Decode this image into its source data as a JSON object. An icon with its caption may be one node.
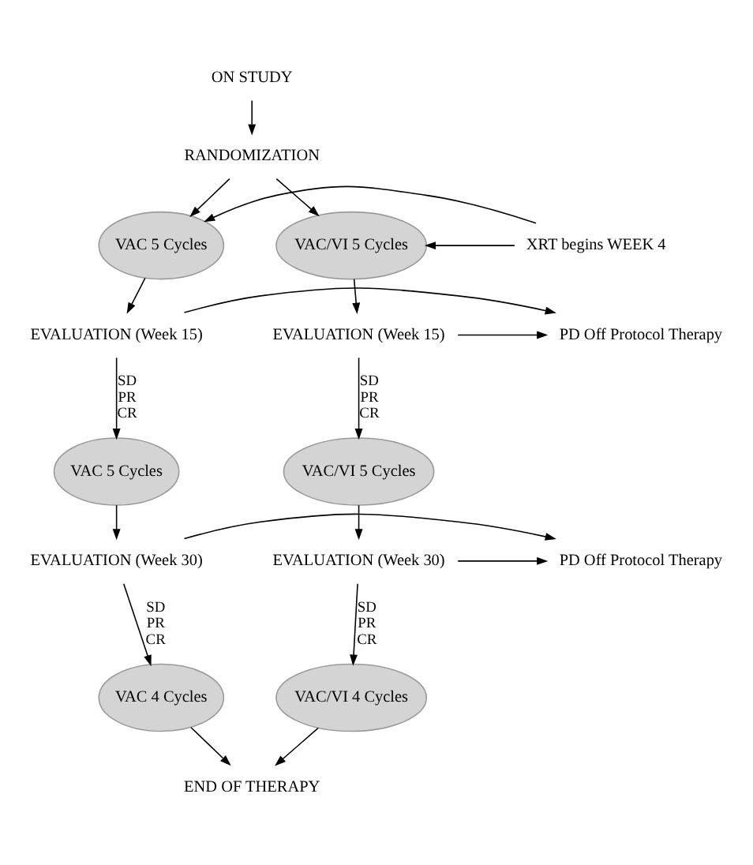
{
  "diagram": {
    "nodes": [
      {
        "text": [
          "ON STUDY"
        ]
      },
      {
        "text": [
          "RANDOMIZATION"
        ]
      },
      {
        "text": [
          "VAC 5 Cycles"
        ]
      },
      {
        "text": [
          "XRT begins WEEK 4"
        ]
      },
      {
        "text": [
          "VAC/VI 5 Cycles"
        ]
      },
      {
        "text": [
          "EVALUATION (Week 15)"
        ]
      },
      {
        "text": [
          "PD Off Protocol Therapy"
        ]
      },
      {
        "text": [
          "EVALUATION (Week 15)"
        ]
      },
      {
        "text": [
          "VAC 5 Cycles"
        ]
      },
      {
        "text": [
          "VAC/VI 5 Cycles"
        ]
      },
      {
        "text": [
          "EVALUATION (Week 30)"
        ]
      },
      {
        "text": [
          "PD Off Protocol Therapy"
        ]
      },
      {
        "text": [
          "EVALUATION (Week 30)"
        ]
      },
      {
        "text": [
          "VAC 4 Cycles"
        ]
      },
      {
        "text": [
          "VAC/VI 4 Cycles"
        ]
      },
      {
        "text": [
          "END OF THERAPY"
        ]
      }
    ],
    "edges": [
      {
        "from": 0,
        "to": 1,
        "arrow": "to"
      },
      {
        "from": 1,
        "to": 2,
        "arrow": "to"
      },
      {
        "from": 1,
        "to": 4,
        "arrow": "to"
      },
      {
        "from": 3,
        "to": 2,
        "arrow": "to"
      },
      {
        "from": 3,
        "to": 4,
        "arrow": "to"
      },
      {
        "from": 2,
        "to": 5,
        "arrow": "to"
      },
      {
        "from": 4,
        "to": 7,
        "arrow": "to"
      },
      {
        "from": 5,
        "to": 6,
        "arrow": "to"
      },
      {
        "from": 7,
        "to": 6,
        "arrow": "to"
      },
      {
        "from": 5,
        "to": 8,
        "arrow": "to",
        "label": "SD PR CR"
      },
      {
        "from": 7,
        "to": 9,
        "arrow": "to",
        "label": "SD PR CR"
      },
      {
        "from": 8,
        "to": 10,
        "arrow": "to"
      },
      {
        "from": 9,
        "to": 12,
        "arrow": "to"
      },
      {
        "from": 10,
        "to": 11,
        "arrow": "to"
      },
      {
        "from": 12,
        "to": 11,
        "arrow": "to"
      },
      {
        "from": 10,
        "to": 13,
        "arrow": "to",
        "label": "SD PR CR"
      },
      {
        "from": 12,
        "to": 14,
        "arrow": "to",
        "label": "SD PR CR"
      },
      {
        "from": 13,
        "to": 15,
        "arrow": "to"
      },
      {
        "from": 14,
        "to": 15,
        "arrow": "to"
      }
    ]
  }
}
